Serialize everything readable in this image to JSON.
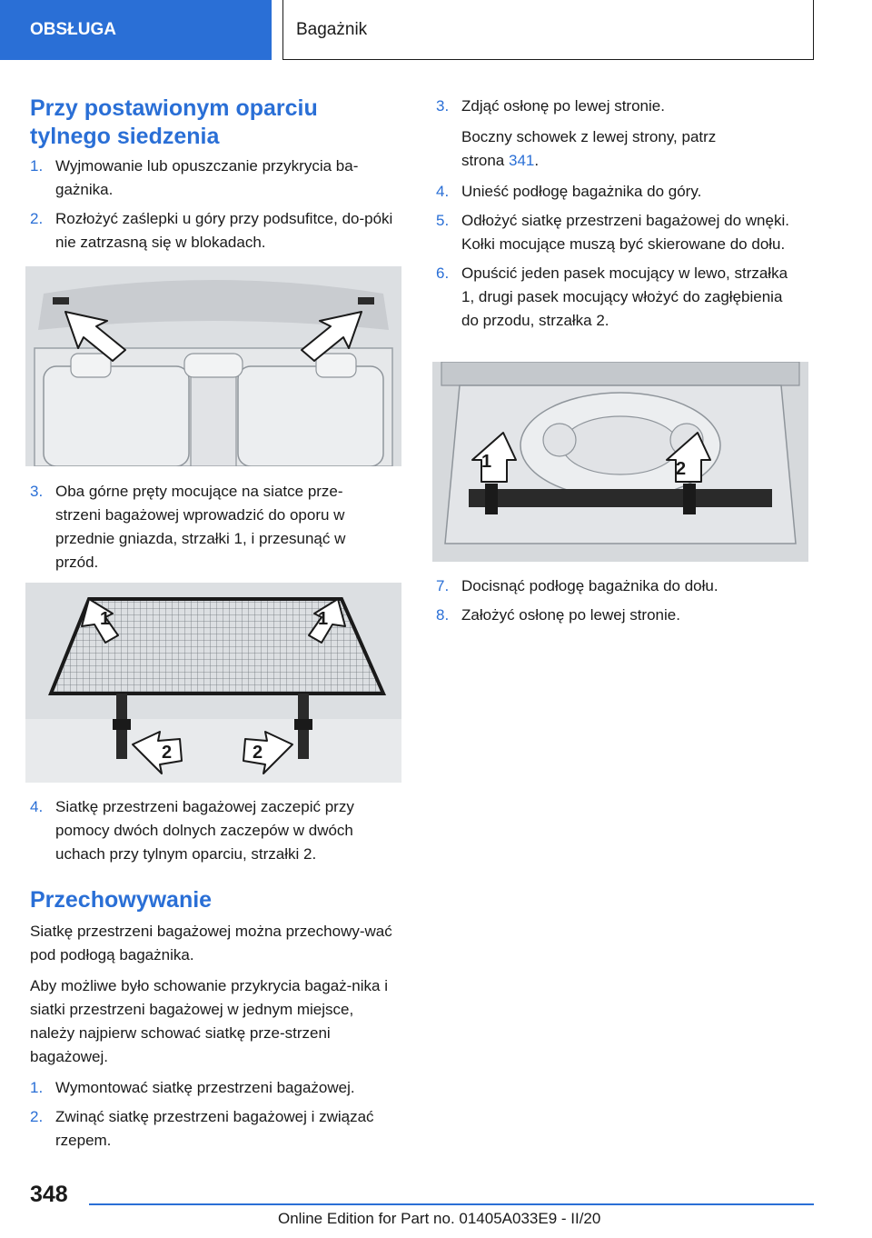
{
  "header": {
    "section": "OBSŁUGA",
    "chapter": "Bagażnik"
  },
  "left": {
    "heading1": "Przy postawionym oparciu tylnego siedzenia",
    "steps_a": [
      {
        "num": "1.",
        "text": "Wyjmowanie lub opuszczanie przykrycia ba‐gażnika."
      },
      {
        "num": "2.",
        "text": "Rozłożyć zaślepki u góry przy podsufitce, do‐póki nie zatrzasną się w blokadach."
      }
    ],
    "steps_b": [
      {
        "num": "3.",
        "text": "Oba górne pręty mocujące na siatce prze‐strzeni bagażowej wprowadzić do oporu w przednie gniazda, strzałki 1, i przesunąć w przód."
      }
    ],
    "fig2_labels": {
      "a": "1",
      "b": "1",
      "c": "2",
      "d": "2"
    },
    "steps_c": [
      {
        "num": "4.",
        "text": "Siatkę przestrzeni bagażowej zaczepić przy pomocy dwóch dolnych zaczepów w dwóch uchach przy tylnym oparciu, strzałki 2."
      }
    ],
    "heading2": "Przechowywanie",
    "para1": "Siatkę przestrzeni bagażowej można przechowy‐wać pod podłogą bagażnika.",
    "para2": "Aby możliwe było schowanie przykrycia bagaż‐nika i siatki przestrzeni bagażowej w jednym miejsce, należy najpierw schować siatkę prze‐strzeni bagażowej.",
    "steps_d": [
      {
        "num": "1.",
        "text": "Wymontować siatkę przestrzeni bagażowej."
      },
      {
        "num": "2.",
        "text": "Zwinąć siatkę przestrzeni bagażowej i związać rzepem."
      }
    ]
  },
  "right": {
    "step3_num": "3.",
    "step3_text": "Zdjąć osłonę po lewej stronie.",
    "step3_sub_pre": "Boczny schowek z lewej strony, patrz strona ",
    "step3_sub_link": "341",
    "step3_sub_post": ".",
    "steps_a": [
      {
        "num": "4.",
        "text": "Unieść podłogę bagażnika do góry."
      },
      {
        "num": "5.",
        "text": "Odłożyć siatkę przestrzeni bagażowej do wnęki. Kołki mocujące muszą być skierowane do dołu."
      },
      {
        "num": "6.",
        "text": "Opuścić jeden pasek mocujący w lewo, strzałka 1, drugi pasek mocujący włożyć do zagłębienia do przodu, strzałka 2."
      }
    ],
    "fig3_labels": {
      "a": "1",
      "b": "2"
    },
    "steps_b": [
      {
        "num": "7.",
        "text": "Docisnąć podłogę bagażnika do dołu."
      },
      {
        "num": "8.",
        "text": "Założyć osłonę po lewej stronie."
      }
    ]
  },
  "footer": {
    "page_number": "348",
    "edition": "Online Edition for Part no. 01405A033E9 - II/20"
  }
}
